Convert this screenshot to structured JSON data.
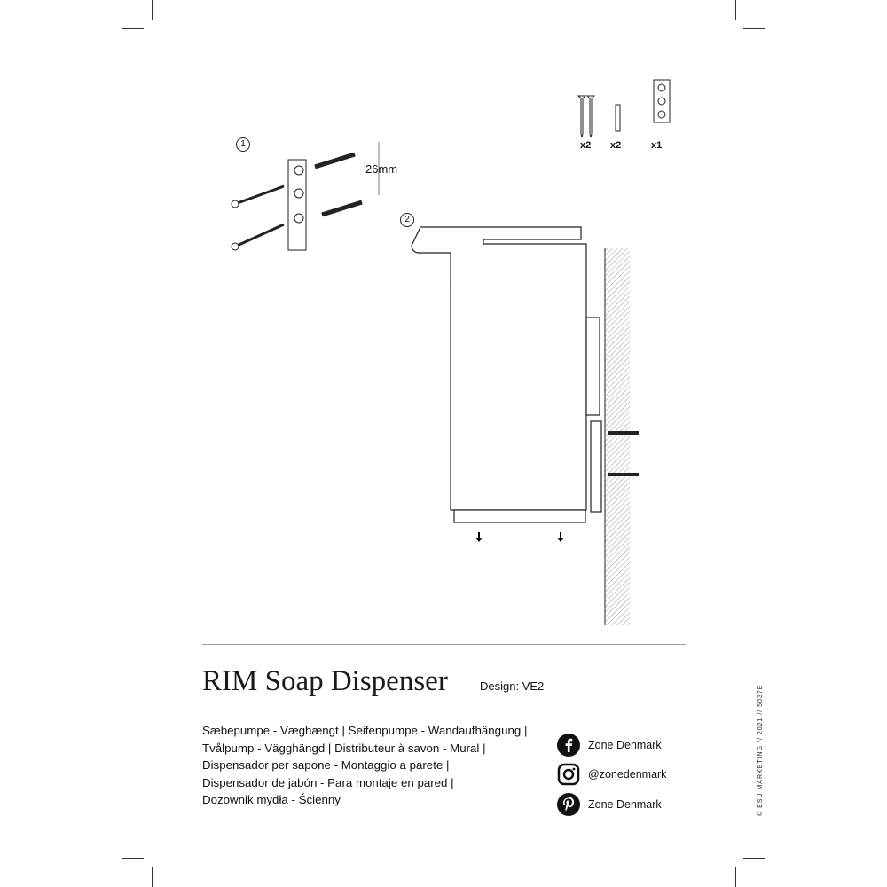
{
  "product": {
    "title": "RIM Soap Dispenser",
    "design": "Design: VE2"
  },
  "descriptions": [
    "Sæbepumpe - Væghængt | Seifenpumpe - Wandaufhängung |",
    "Tvålpump - Vägghängd | Distributeur à savon - Mural |",
    "Dispensador per sapone - Montaggio a parete |",
    "Dispensador de jabón - Para montaje en pared |",
    "Dozownik mydła - Ścienny"
  ],
  "social": [
    {
      "icon": "facebook-icon",
      "label": "Zone Denmark"
    },
    {
      "icon": "instagram-icon",
      "label": "@zonedenmark"
    },
    {
      "icon": "pinterest-icon",
      "label": "Zone Denmark"
    }
  ],
  "parts": [
    {
      "qty": "x2"
    },
    {
      "qty": "x2"
    },
    {
      "qty": "x1"
    }
  ],
  "steps": [
    {
      "num": "1"
    },
    {
      "num": "2"
    }
  ],
  "dimension": "26mm",
  "copyright": "© ESU MARKETING // 2021 // 5037E"
}
